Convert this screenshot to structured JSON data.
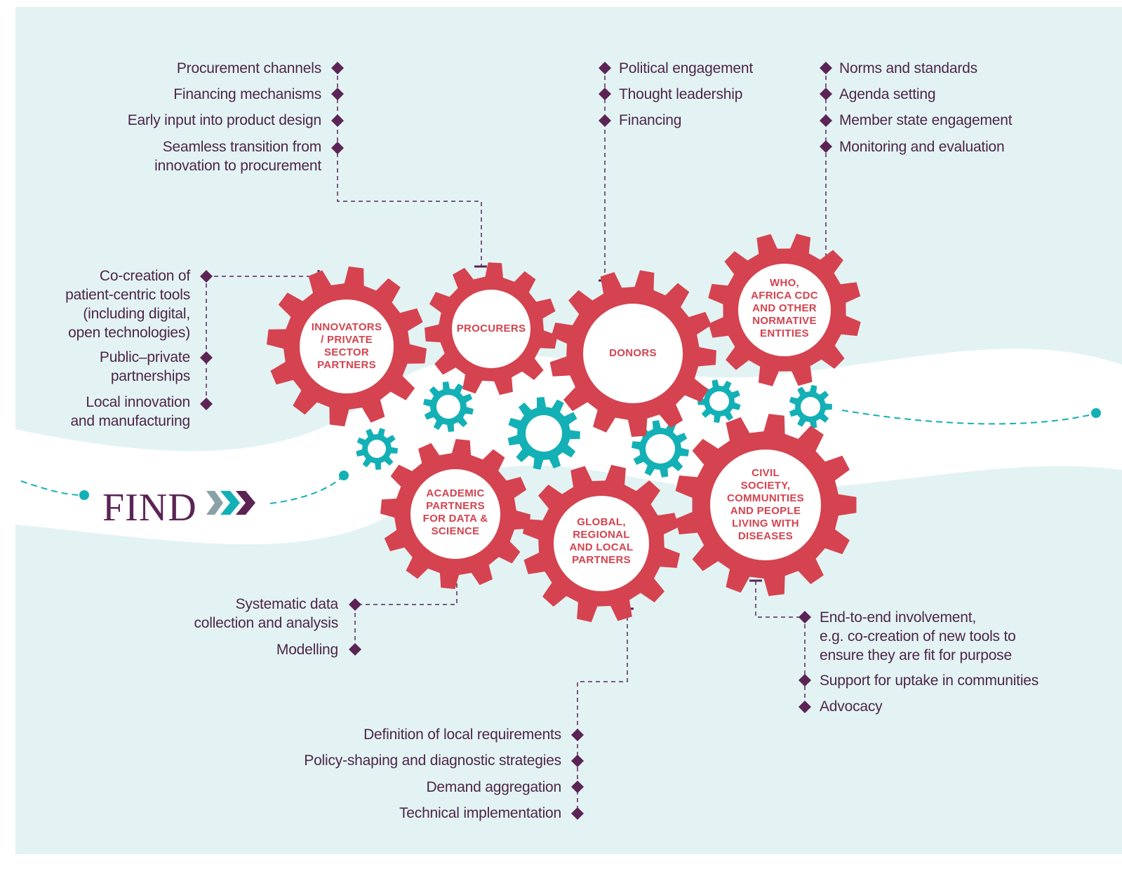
{
  "colors": {
    "background": "#e3f3f4",
    "band": "#ffffff",
    "red_gear": "#d4434f",
    "teal_gear": "#13b0b6",
    "text": "#4d2548",
    "connector": "#5b2454"
  },
  "logo": {
    "text": "FIND"
  },
  "gears": [
    {
      "id": "innovators",
      "label": "INNOVATORS\n/ PRIVATE\nSECTOR\nPARTNERS"
    },
    {
      "id": "procurers",
      "label": "PROCURERS"
    },
    {
      "id": "donors",
      "label": "DONORS"
    },
    {
      "id": "who",
      "label": "WHO,\nAFRICA CDC\nAND OTHER\nNORMATIVE\nENTITIES"
    },
    {
      "id": "academic",
      "label": "ACADEMIC\nPARTNERS\nFOR DATA &\nSCIENCE"
    },
    {
      "id": "global",
      "label": "GLOBAL,\nREGIONAL\nAND LOCAL\nPARTNERS"
    },
    {
      "id": "civil",
      "label": "CIVIL\nSOCIETY,\nCOMMUNITIES\nAND PEOPLE\nLIVING WITH\nDISEASES"
    }
  ],
  "procurers_items": [
    "Procurement channels",
    "Financing mechanisms",
    "Early input into product design",
    "Seamless transition from\ninnovation to procurement"
  ],
  "donors_items": [
    "Political engagement",
    "Thought leadership",
    "Financing"
  ],
  "who_items": [
    "Norms and standards",
    "Agenda setting",
    "Member state engagement",
    "Monitoring and evaluation"
  ],
  "innovators_items": [
    "Co-creation of\npatient-centric tools\n(including digital,\nopen technologies)",
    "Public–private\npartnerships",
    "Local innovation\nand manufacturing"
  ],
  "academic_items": [
    "Systematic data\ncollection and analysis",
    "Modelling"
  ],
  "global_items": [
    "Definition of local requirements",
    "Policy-shaping and diagnostic strategies",
    "Demand aggregation",
    "Technical implementation"
  ],
  "civil_items": [
    "End-to-end involvement,\ne.g. co-creation of new tools to\nensure they are fit for purpose",
    "Support for uptake in communities",
    "Advocacy"
  ]
}
